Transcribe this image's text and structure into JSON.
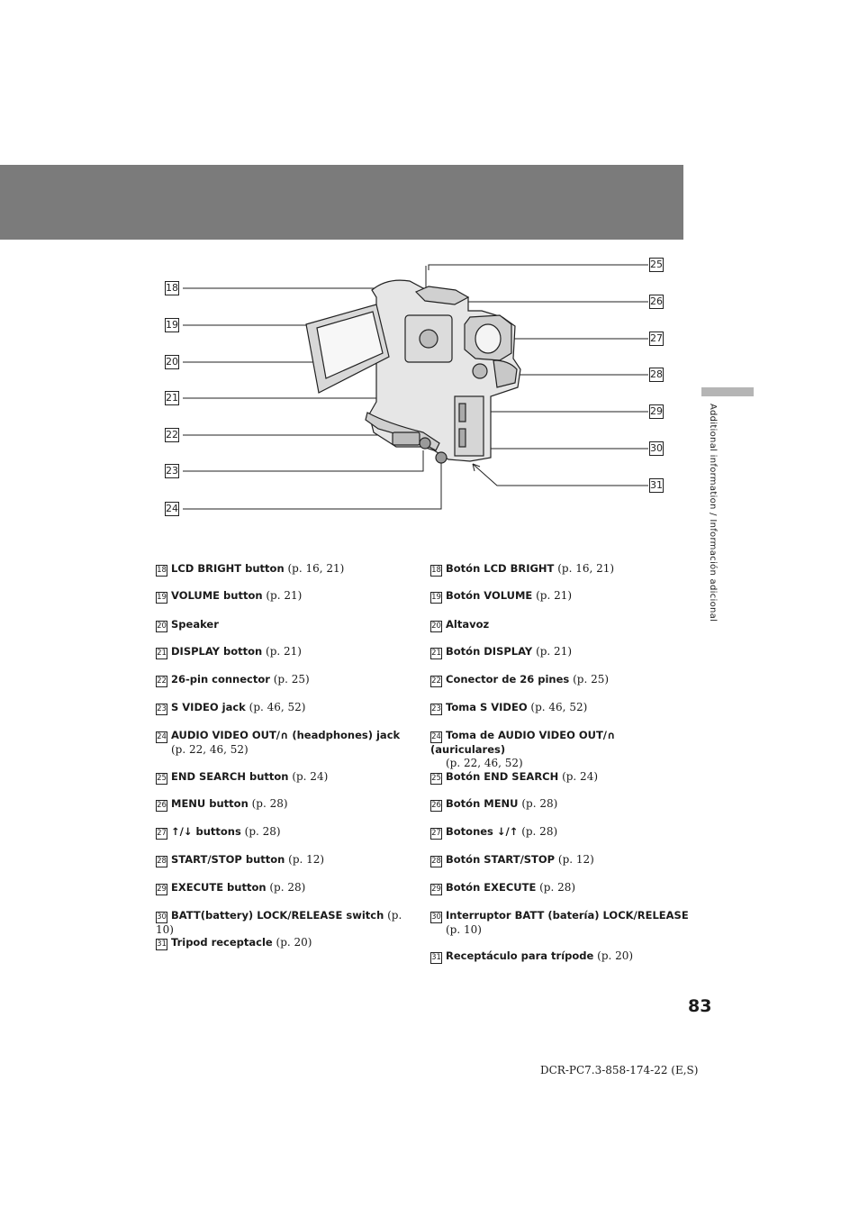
{
  "page": {
    "side_label": "Additional information / Información adicional",
    "page_number": "83",
    "doc_code": "DCR-PC7.3-858-174-22 (E,S)"
  },
  "callouts": [
    "18",
    "19",
    "20",
    "21",
    "22",
    "23",
    "24",
    "25",
    "26",
    "27",
    "28",
    "29",
    "30",
    "31"
  ],
  "english": [
    {
      "num": "18",
      "name": "LCD BRIGHT button",
      "ref": " (p. 16, 21)"
    },
    {
      "num": "19",
      "name": "VOLUME button",
      "ref": " (p. 21)"
    },
    {
      "num": "20",
      "name": "Speaker",
      "ref": ""
    },
    {
      "num": "21",
      "name": "DISPLAY botton",
      "ref": " (p. 21)"
    },
    {
      "num": "22",
      "name": "26-pin connector",
      "ref": " (p. 25)"
    },
    {
      "num": "23",
      "name": "S VIDEO jack",
      "ref": " (p. 46, 52)"
    },
    {
      "num": "24",
      "name": "AUDIO VIDEO OUT/∩ (headphones) jack",
      "ref": "(p. 22, 46, 52)"
    },
    {
      "num": "25",
      "name": "END SEARCH button",
      "ref": " (p. 24)"
    },
    {
      "num": "26",
      "name": "MENU button",
      "ref": " (p. 28)"
    },
    {
      "num": "27",
      "name": "↑/↓ buttons",
      "ref": " (p. 28)"
    },
    {
      "num": "28",
      "name": "START/STOP button",
      "ref": " (p. 12)"
    },
    {
      "num": "29",
      "name": "EXECUTE button",
      "ref": " (p. 28)"
    },
    {
      "num": "30",
      "name": "BATT(battery) LOCK/RELEASE switch",
      "ref": " (p. 10)"
    },
    {
      "num": "31",
      "name": "Tripod receptacle",
      "ref": " (p. 20)"
    }
  ],
  "spanish": [
    {
      "num": "18",
      "name": "Botón LCD BRIGHT",
      "ref": " (p. 16, 21)"
    },
    {
      "num": "19",
      "name": "Botón VOLUME",
      "ref": " (p. 21)"
    },
    {
      "num": "20",
      "name": "Altavoz",
      "ref": ""
    },
    {
      "num": "21",
      "name": "Botón DISPLAY",
      "ref": " (p. 21)"
    },
    {
      "num": "22",
      "name": "Conector de 26 pines",
      "ref": " (p. 25)"
    },
    {
      "num": "23",
      "name": "Toma S VIDEO",
      "ref": " (p. 46, 52)"
    },
    {
      "num": "24",
      "name": "Toma de AUDIO VIDEO OUT/∩ (auriculares)",
      "ref": "(p. 22, 46, 52)"
    },
    {
      "num": "25",
      "name": "Botón END SEARCH",
      "ref": " (p. 24)"
    },
    {
      "num": "26",
      "name": "Botón MENU",
      "ref": " (p. 28)"
    },
    {
      "num": "27",
      "name": "Botones ↓/↑",
      "ref": " (p. 28)"
    },
    {
      "num": "28",
      "name": "Botón START/STOP",
      "ref": " (p. 12)"
    },
    {
      "num": "29",
      "name": "Botón EXECUTE",
      "ref": " (p. 28)"
    },
    {
      "num": "30",
      "name": "Interruptor BATT (batería) LOCK/RELEASE",
      "ref": "(p. 10)"
    },
    {
      "num": "31",
      "name": "Receptáculo para trípode",
      "ref": " (p. 20)"
    }
  ]
}
